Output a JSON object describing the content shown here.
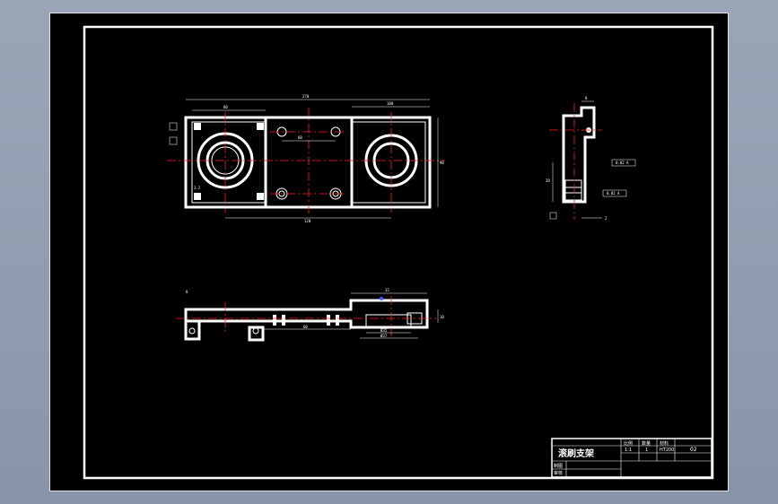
{
  "drawing": {
    "part_name": "滚刷支架",
    "title_block": {
      "col_headers": [
        "比例",
        "数量",
        "材料"
      ],
      "col_values": [
        "1:1",
        "1",
        "HT200"
      ],
      "sheet_ref": "02",
      "row_labels": [
        "制图",
        "审核"
      ]
    },
    "top_view_dims": {
      "overall": "270",
      "left_part": "80",
      "right_part": "100",
      "bottom": "120",
      "center": "60",
      "height": "90",
      "chamfer": "3.2"
    },
    "side_view_dims": {
      "top": "8",
      "tol_1": "0.02 A",
      "tol_2": "0.02 A",
      "height": "28",
      "bottom": "2"
    },
    "front_view_dims": {
      "top": "32",
      "left": "8",
      "middle": "60",
      "right_1": "Ø35",
      "right_2": "Ø37",
      "right_height": "10"
    },
    "colors": {
      "background": "#000000",
      "linework": "#ffffff",
      "centerline": "#ff2020",
      "ui_gray": "#9aa6b8"
    }
  }
}
